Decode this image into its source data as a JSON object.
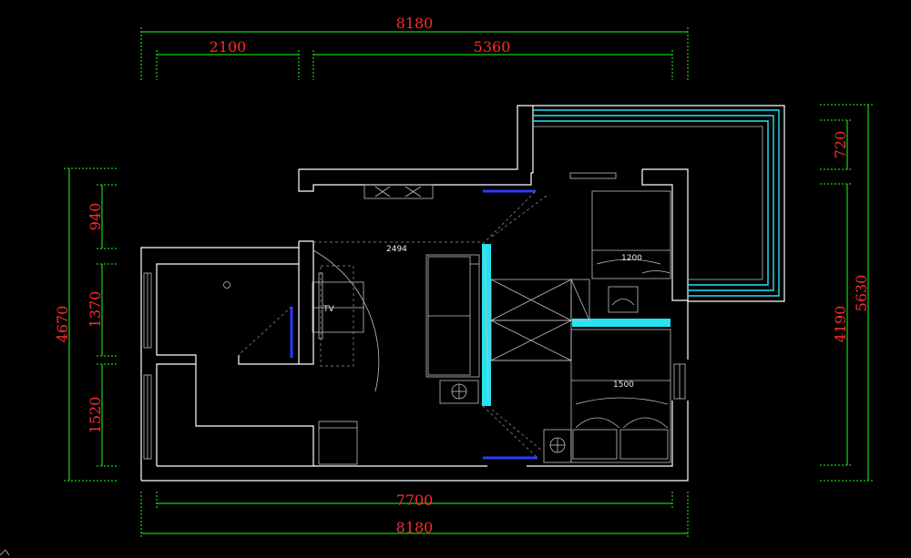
{
  "dimensions": {
    "top_total": "8180",
    "top_left": "2100",
    "top_right": "5360",
    "bottom_inner": "7700",
    "bottom_total": "8180",
    "left_total": "4670",
    "left_seg1": "940",
    "left_seg2": "1370",
    "left_seg3": "1520",
    "right_total": "5630",
    "right_seg1": "720",
    "right_seg2": "4190"
  },
  "labels": {
    "living_width": "2494",
    "bed1_width": "1200",
    "bed2_width": "1500",
    "tv": "TV"
  },
  "colors": {
    "background": "#000000",
    "dimension_text": "#ff2a2a",
    "dimension_line": "#1aff1a",
    "wall": "#ffffff",
    "glass": "#27e3f2",
    "door": "#2b3bff"
  }
}
